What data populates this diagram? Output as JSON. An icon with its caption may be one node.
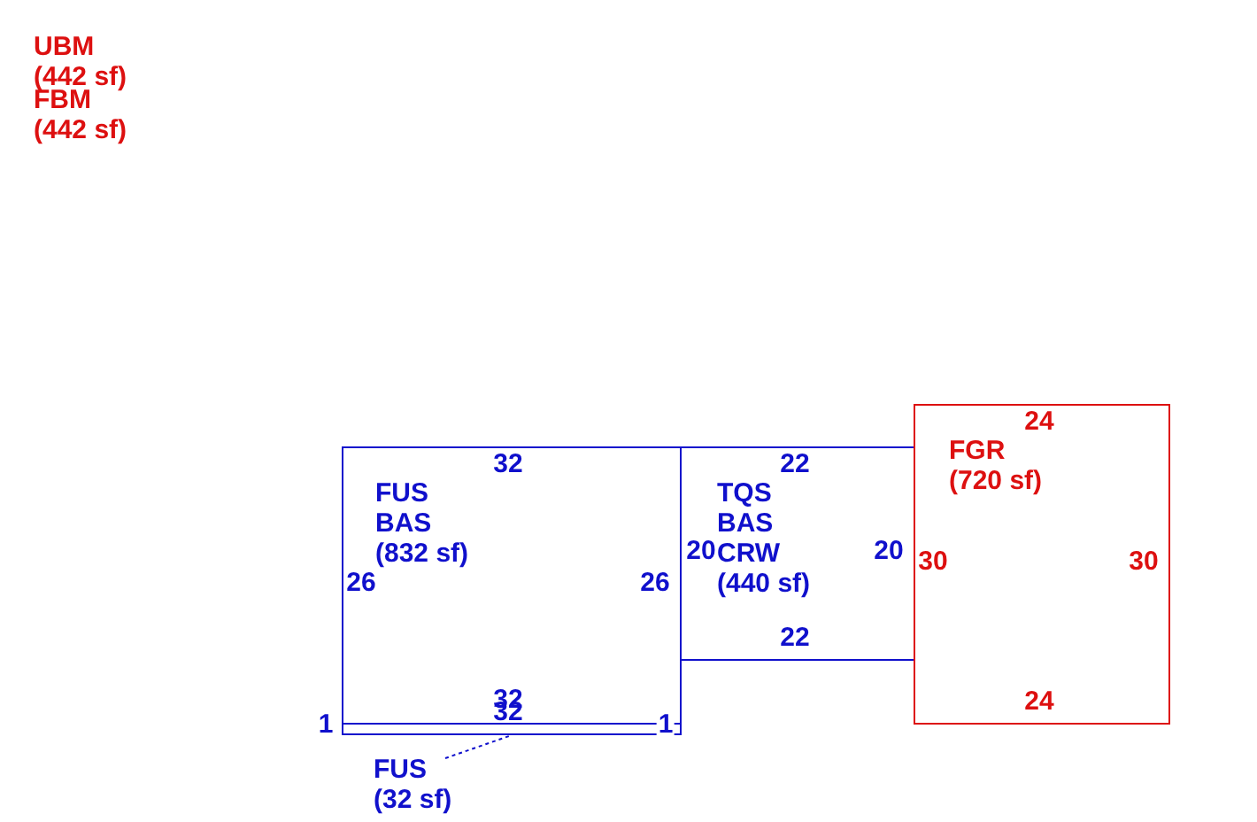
{
  "diagram": {
    "nodes": [
      {
        "text": [
          "FUS BAS (832 sf)"
        ]
      },
      {
        "text": [
          "TQS BAS CRW (440 sf)"
        ]
      },
      {
        "text": [
          "FGR (720 sf)"
        ]
      },
      {
        "text": [],
        "shape": "box"
      },
      {
        "text": [
          "FUS (32 sf)"
        ]
      }
    ],
    "edges": [
      {
        "from": 4,
        "to": 3,
        "arrow": "none",
        "style": "dashed"
      }
    ],
    "labels": [
      "UBM (442 sf)",
      "FBM (442 sf)",
      "24",
      "32",
      "22",
      "20",
      "20",
      "30",
      "30",
      "26",
      "26",
      "22",
      "32",
      "24",
      "32",
      "1",
      "1"
    ]
  }
}
